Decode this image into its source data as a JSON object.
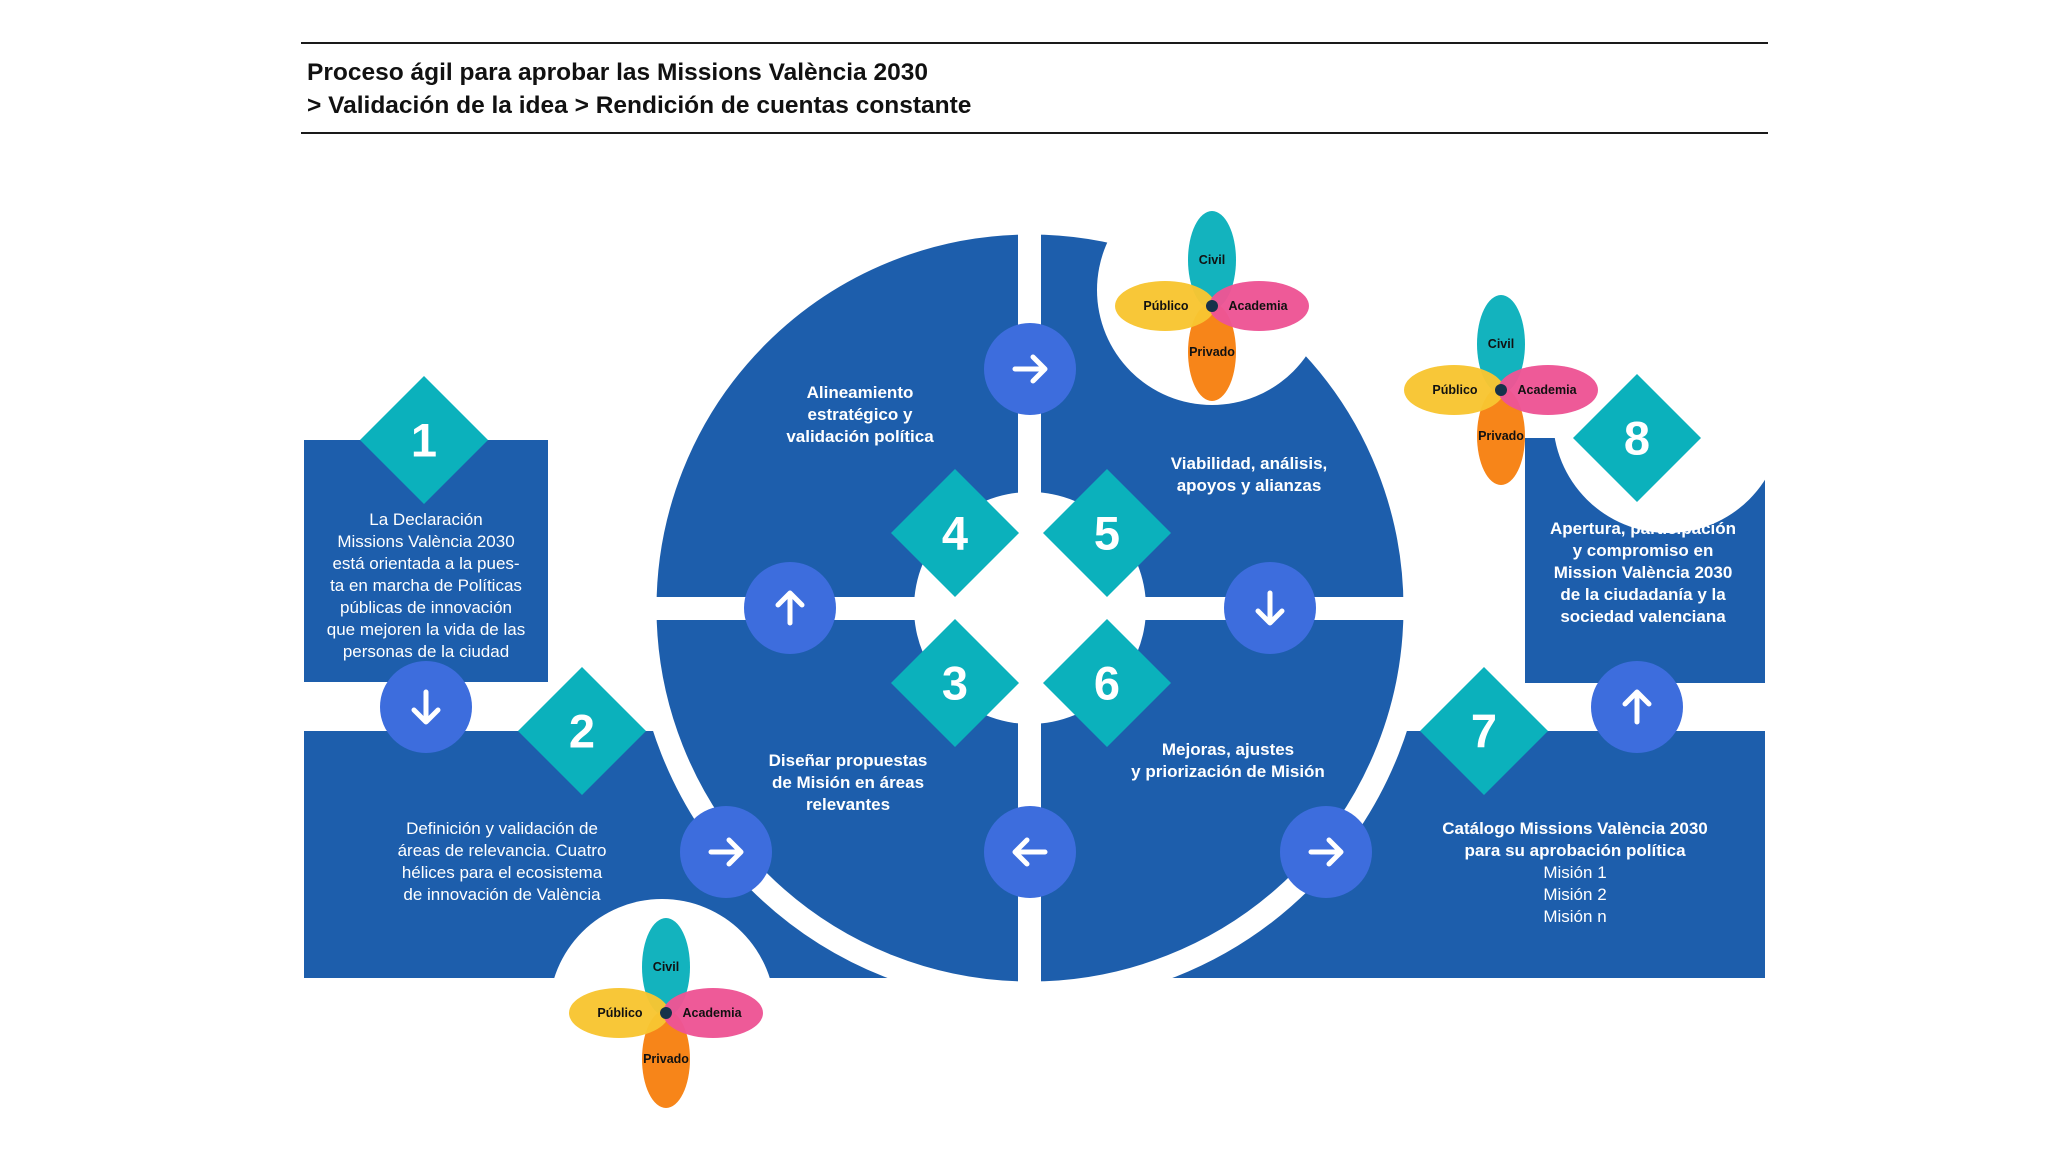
{
  "header": {
    "line1": "Proceso ágil para aprobar las Missions València 2030",
    "line2": "> Validación de la idea > Rendición de cuentas constante"
  },
  "colors": {
    "block_blue": "#1d5eac",
    "diamond_teal": "#0bb1bc",
    "circle_blue": "#3d6ddd",
    "civil": "#0bb1bc",
    "academia": "#ed5595",
    "privado": "#f78112",
    "publico": "#f8c532"
  },
  "helix_labels": {
    "civil": "Civil",
    "publico": "Público",
    "academia": "Academia",
    "privado": "Privado"
  },
  "steps": [
    {
      "number": "1",
      "lines": [
        "La Declaración",
        "Missions València 2030",
        "está orientada a la pues-",
        "ta en marcha de Políticas",
        "públicas de innovación",
        "que mejoren la vida de las",
        "personas de la ciudad"
      ]
    },
    {
      "number": "2",
      "lines": [
        "Definición y validación de",
        "áreas de relevancia. Cuatro",
        "hélices para el ecosistema",
        "de innovación de València"
      ]
    },
    {
      "number": "3",
      "lines": [
        "Diseñar propuestas",
        "de Misión en áreas",
        "relevantes"
      ]
    },
    {
      "number": "4",
      "lines": [
        "Alineamiento",
        "estratégico y",
        "validación política"
      ]
    },
    {
      "number": "5",
      "lines": [
        "Viabilidad, análisis,",
        "apoyos y alianzas"
      ]
    },
    {
      "number": "6",
      "lines": [
        "Mejoras, ajustes",
        "y priorización de Misión"
      ]
    },
    {
      "number": "7",
      "title_lines": [
        "Catálogo Missions València 2030",
        "para su aprobación política"
      ],
      "items": [
        "Misión 1",
        "Misión 2",
        "Misión n"
      ]
    },
    {
      "number": "8",
      "lines": [
        "Apertura, participación",
        "y compromiso en",
        "Mission València 2030",
        "de la ciudadanía y la",
        "sociedad valenciana"
      ]
    }
  ],
  "arrows": [
    "right",
    "down",
    "up",
    "down",
    "right",
    "left",
    "right",
    "up"
  ]
}
